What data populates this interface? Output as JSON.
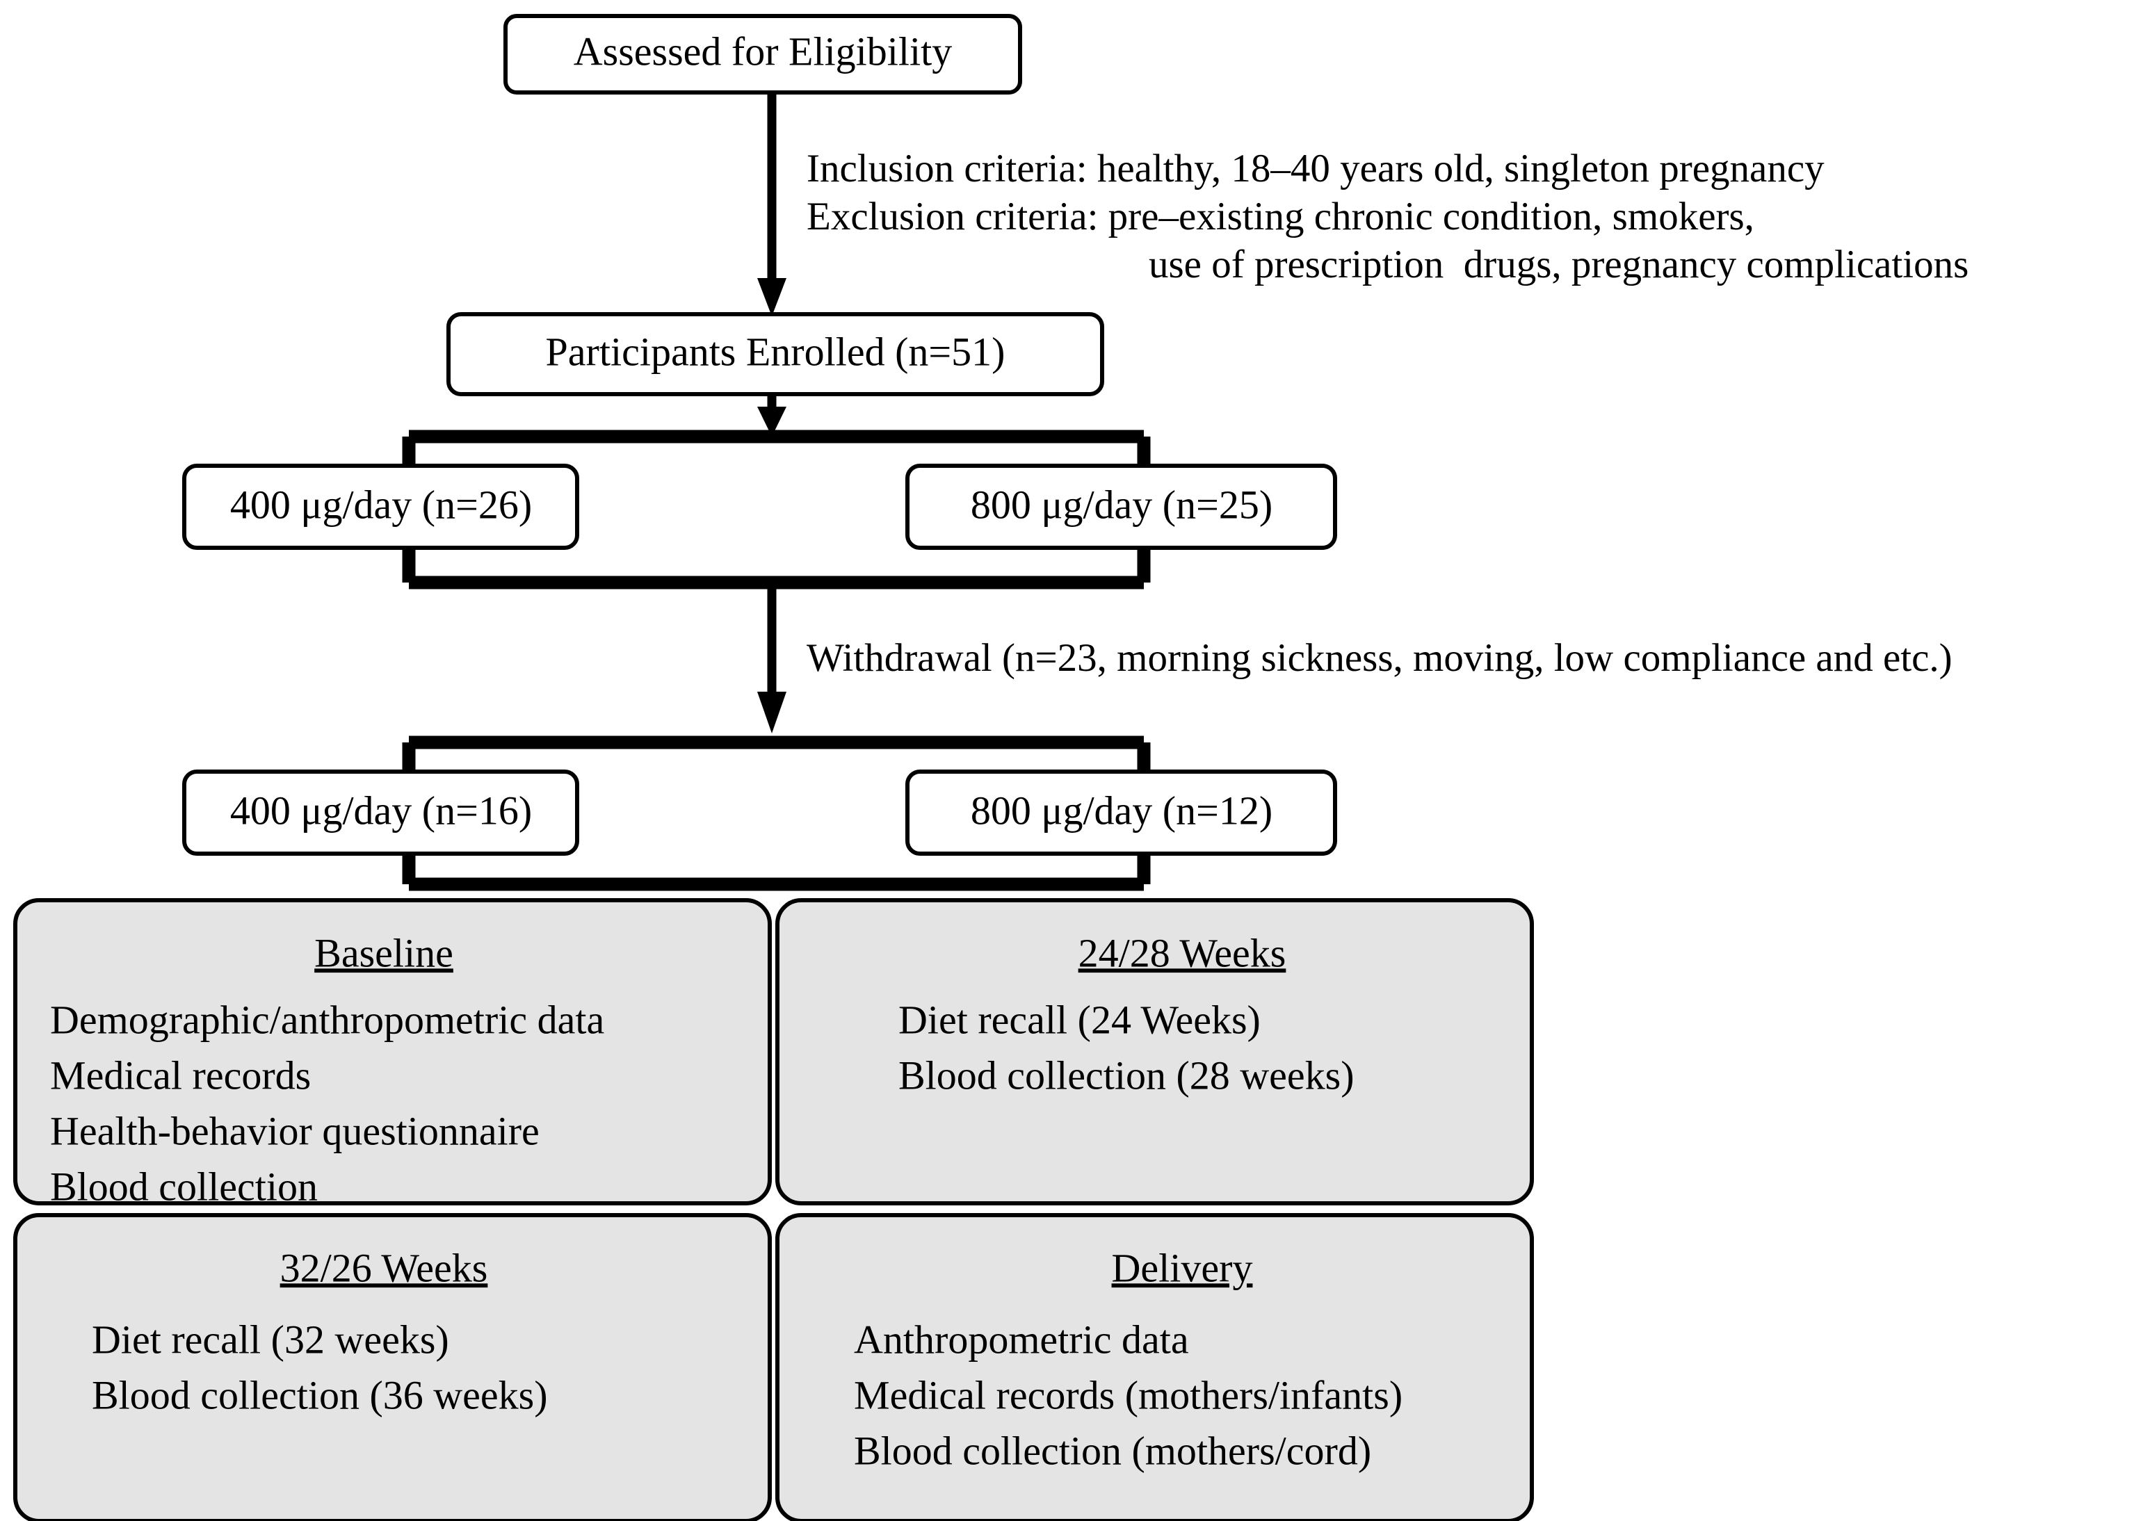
{
  "diagram": {
    "type": "study-flow-chart",
    "title_box": {
      "label": "Assessed for Eligibility"
    },
    "criteria_note": {
      "line1": "Inclusion criteria: healthy, 18–40 years old, singleton pregnancy",
      "line2": "Exclusion criteria: pre–existing chronic condition, smokers,",
      "line3": "use of prescription  drugs, pregnancy complications"
    },
    "enrolled_box": {
      "label": "Participants Enrolled (n=51)"
    },
    "allocation_groups": [
      {
        "label": "400 μg/day (n=26)"
      },
      {
        "label": "800 μg/day (n=25)"
      }
    ],
    "withdrawal_note": {
      "text": "Withdrawal (n=23, morning sickness, moving, low compliance and etc.)"
    },
    "final_groups": [
      {
        "label": "400 μg/day (n=16)"
      },
      {
        "label": "800 μg/day (n=12)"
      }
    ],
    "timepoint_panels": [
      {
        "title": "Baseline",
        "items": [
          "Demographic/anthropometric data",
          "Medical records",
          "Health-behavior questionnaire",
          "Blood collection"
        ]
      },
      {
        "title": "24/28 Weeks",
        "items": [
          "Diet recall (24 Weeks)",
          "Blood collection (28 weeks)"
        ]
      },
      {
        "title": "32/26 Weeks",
        "items": [
          "Diet recall (32 weeks)",
          "Blood collection (36 weeks)"
        ]
      },
      {
        "title": "Delivery",
        "items": [
          "Anthropometric data",
          "Medical records (mothers/infants)",
          "Blood collection (mothers/cord)"
        ]
      }
    ],
    "colors": {
      "panel_fill": "#e4e4e4",
      "box_fill": "#ffffff",
      "stroke": "#000000",
      "background": "#ffffff"
    }
  }
}
